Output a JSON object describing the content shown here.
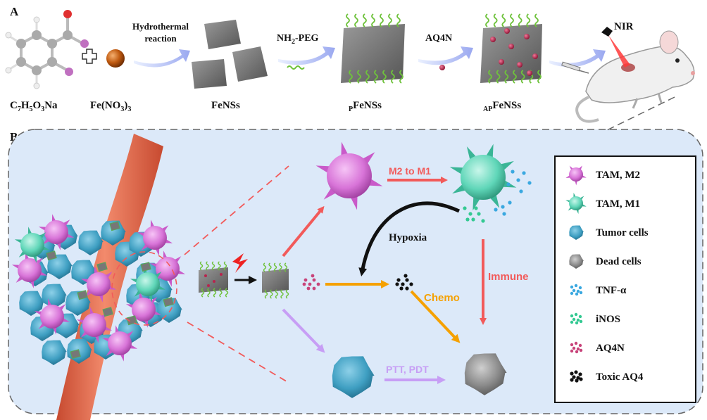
{
  "panel_a": {
    "letter": "A",
    "step1_line1": "Hydrothermal",
    "step1_line2": "reaction",
    "step2_main": "NH",
    "step2_sub": "2",
    "step2_rest": "-PEG",
    "step3": "AQ4N",
    "nir": "NIR",
    "compound1": {
      "c": "C",
      "c_sub": "7",
      "h": "H",
      "h_sub": "5",
      "o": "O",
      "o_sub": "3",
      "rest": "Na"
    },
    "compound2": {
      "main": "Fe(NO",
      "sub": "3",
      "close": ")",
      "sub2": "3"
    },
    "product1": "FeNSs",
    "product2_sub": "P",
    "product2": "FeNSs",
    "product3_sub": "AP",
    "product3": "FeNSs"
  },
  "panel_b": {
    "letter": "B",
    "arrow_m2m1": "M2 to M1",
    "hypoxia": "Hypoxia",
    "immune": "Immune",
    "chemo": "Chemo",
    "ptt_pdt": "PTT, PDT"
  },
  "legend": {
    "items": [
      {
        "label": "TAM, M2",
        "icon": "m2-macrophage-icon",
        "color": "#d874d8"
      },
      {
        "label": "TAM, M1",
        "icon": "m1-macrophage-icon",
        "color": "#5fd6b8"
      },
      {
        "label": "Tumor cells",
        "icon": "tumor-cell-icon",
        "color": "#3f9fc2"
      },
      {
        "label": "Dead cells",
        "icon": "dead-cell-icon",
        "color": "#808080"
      },
      {
        "label": "TNF-α",
        "icon": "tnf-dots-icon",
        "color": "#3aa8e0"
      },
      {
        "label": "iNOS",
        "icon": "inos-dots-icon",
        "color": "#33c992"
      },
      {
        "label": "AQ4N",
        "icon": "aq4n-dots-icon",
        "color": "#c8437a"
      },
      {
        "label": "Toxic AQ4",
        "icon": "toxic-aq4-dots-icon",
        "color": "#111111"
      }
    ]
  },
  "colors": {
    "panel_bg": "#dce9f9",
    "red_arrow": "#f25a5a",
    "orange_arrow": "#f5a100",
    "purple_arrow": "#c79ef5",
    "vessel": "#e9684a",
    "sheet": "#6e6e6e",
    "peg": "#6fc23c",
    "drug": "#b8244d"
  }
}
